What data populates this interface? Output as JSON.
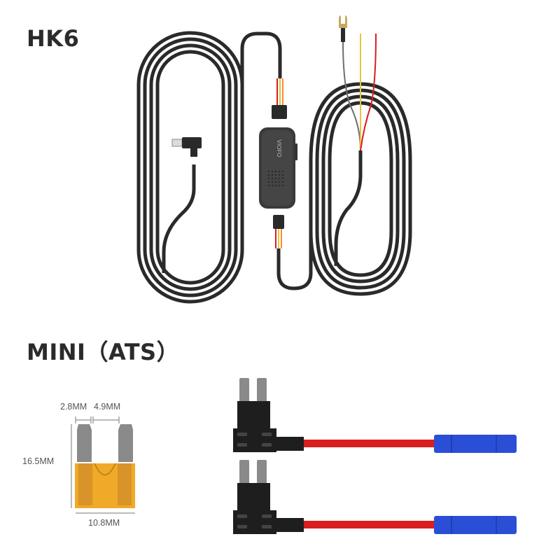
{
  "sections": {
    "hk6": {
      "title": "HK6",
      "device_brand": "VIOFO"
    },
    "mini_ats": {
      "title": "MINI（ATS）"
    }
  },
  "fuse_dimensions": {
    "blade_width": "2.8MM",
    "blade_gap": "4.9MM",
    "height": "16.5MM",
    "width": "10.8MM"
  },
  "colors": {
    "cable": "#2a2a2a",
    "wire_red": "#d81e1e",
    "wire_yellow": "#e8c43a",
    "wire_gray": "#6e6e6e",
    "fuse_body": "#f0a928",
    "fuse_blade": "#8a8a8a",
    "connector_blue": "#2a4fd6",
    "ring_terminal": "#c8a860"
  }
}
